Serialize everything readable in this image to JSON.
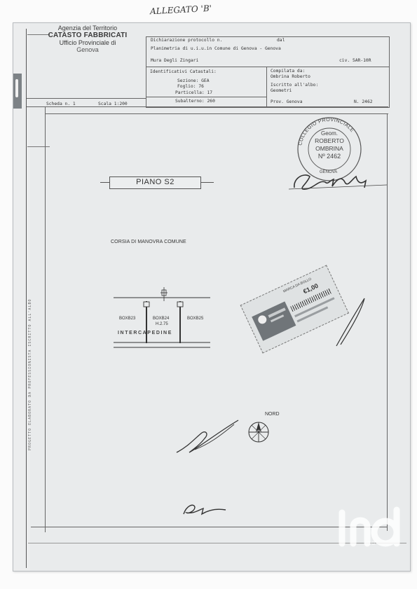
{
  "header": {
    "annotation": "ALLEGATO 'B'",
    "agency": {
      "line1": "Agenzia del Territorio",
      "line2": "CATASTO FABBRICATI",
      "line3": "Ufficio Provinciale di",
      "line4": "Genova"
    },
    "protocol_label": "Dichiarazione protocollo n.",
    "date_label": "dal",
    "planimetry_line": "Planimetria di u.i.u.in Comune di Genova - Genova",
    "address": "Mura Degli Zingari",
    "civic": "civ. 5AR-10R",
    "identifiers_title": "Identificativi Catastali:",
    "sezione": "Sezione: GEA",
    "foglio": "Foglio: 76",
    "particella": "Particella: 17",
    "subalterno": "Subalterno: 260",
    "compiled_label": "Compilata da:",
    "compiled_name": "Ombrina Roberto",
    "register_label": "Iscritto all'albo:",
    "register_value": "Geometri",
    "province": "Prov. Genova",
    "number": "N. 2462",
    "scheda": "Scheda n. 1",
    "scale": "Scala 1:200"
  },
  "stamp": {
    "ring_top": "COLLEGIO PROVINCIALE",
    "ring_bottom": "GENOVA",
    "line1": "Geom.",
    "line2": "ROBERTO",
    "line3": "OMBRINA",
    "line4": "Nº 2462"
  },
  "side_text": "PROGETTO ELABORATO DA PROFESSIONISTA ISCRITTO ALL'ALBO",
  "revenue_stamp": {
    "value": "€1,00",
    "small": "MARCA DA BOLLO"
  },
  "plan": {
    "title": "PIANO S2",
    "corridor_label": "CORSIA DI MANOVRA COMUNE",
    "box_left": "BOXB23",
    "box_center": "BOXB24",
    "box_center_height": "H.2.75",
    "box_right": "BOXB25",
    "bottom_label": "INTERCAPEDINE",
    "north_label": "NORD"
  },
  "watermark": {
    "brand": "ind",
    "sub": "ind"
  }
}
